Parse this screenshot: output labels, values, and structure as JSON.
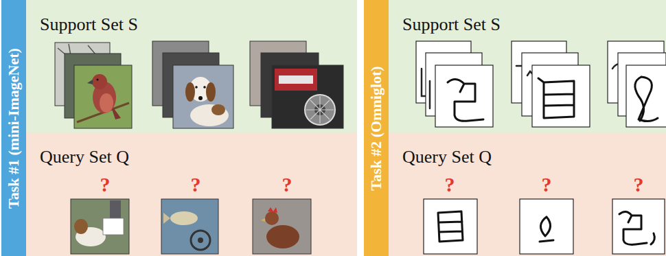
{
  "diagram": {
    "nodes": [
      {
        "text": [
          "Task #1 (mini-ImageNet)"
        ]
      },
      {
        "text": [
          "Support Set S"
        ]
      },
      {
        "text": [
          "Query Set Q"
        ]
      },
      {
        "text": [
          "Task #2 (Omniglot)"
        ]
      },
      {
        "text": [
          "Support Set S"
        ]
      },
      {
        "text": [
          "Query Set Q"
        ]
      }
    ],
    "labels": [
      "?",
      "?",
      "?",
      "?",
      "?",
      "?"
    ]
  }
}
